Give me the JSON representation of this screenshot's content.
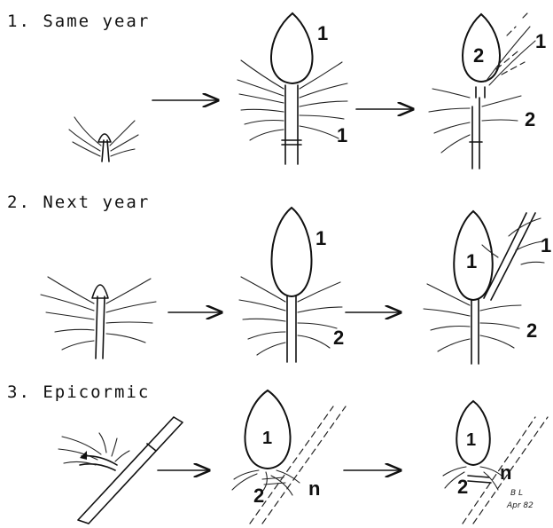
{
  "rows": [
    {
      "title": "1.  Same year",
      "labels": [
        "1",
        "1",
        "2",
        "1",
        "2"
      ]
    },
    {
      "title": "2.  Next year",
      "labels": [
        "1",
        "2",
        "1",
        "1",
        "2"
      ]
    },
    {
      "title": "3.  Epicormic",
      "labels": [
        "1",
        "2",
        "n",
        "1",
        "2",
        "n"
      ]
    }
  ],
  "signature": {
    "initials": "B L",
    "date": "Apr 82"
  },
  "colors": {
    "ink": "#111111",
    "paper": "#ffffff"
  }
}
